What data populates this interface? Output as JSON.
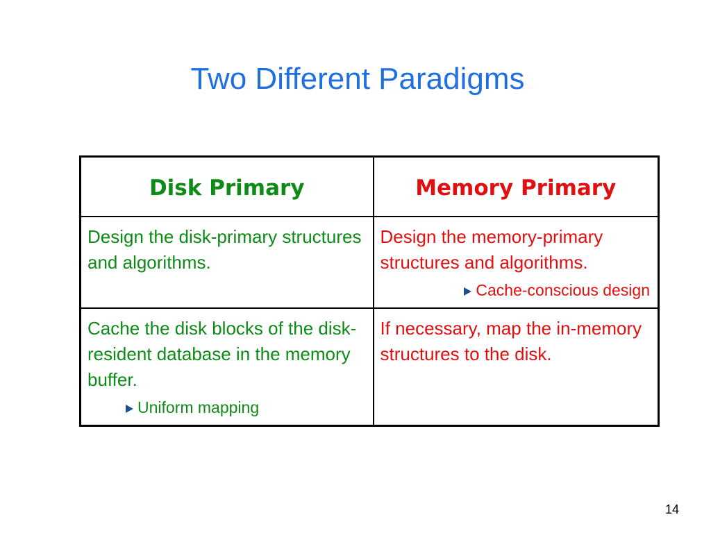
{
  "slide": {
    "title": "Two Different Paradigms",
    "page_number": "14",
    "colors": {
      "title": "#1f6fe0",
      "disk_column": "#0e8a16",
      "memory_column": "#e01010",
      "bullet_arrow": "#1b4e93"
    }
  },
  "table": {
    "headers": [
      "Disk Primary",
      "Memory Primary"
    ],
    "rows": [
      {
        "disk_text": "Design the disk-primary structures and algorithms.",
        "disk_sub": "",
        "memory_text": "Design the memory-primary structures and algorithms.",
        "memory_sub": "Cache-conscious design"
      },
      {
        "disk_text": "Cache the disk blocks of the disk-resident database in the memory buffer.",
        "disk_sub": "Uniform mapping",
        "memory_text": "If necessary, map the in-memory structures to the disk.",
        "memory_sub": ""
      }
    ]
  }
}
